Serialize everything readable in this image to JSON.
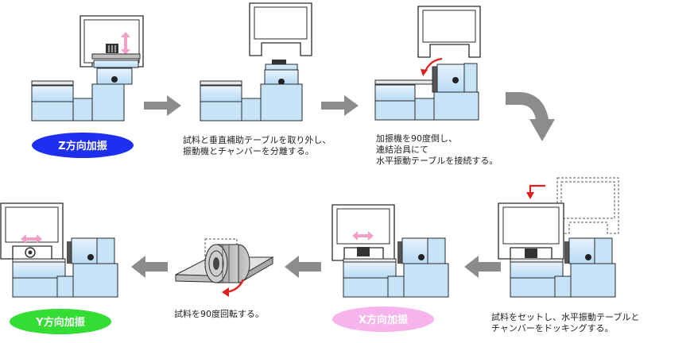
{
  "labels": {
    "z": "Z方向加振",
    "x": "X方向加振",
    "y": "Y方向加振"
  },
  "notes": {
    "step1": [
      "試料と垂直補助テーブルを取り外し、",
      "振動機とチャンバーを分離する。"
    ],
    "step2": [
      "加振機を90度倒し、",
      "連結治具にて",
      "水平振動テーブルを接続する。"
    ],
    "step3": [
      "試料をセットし、水平振動テーブルと",
      "チャンバーをドッキングする。"
    ],
    "step4": [
      "試料を90度回転する。"
    ]
  },
  "colors": {
    "equipment_fill": "#c7e3f8",
    "equipment_fill_light": "#dfeffb",
    "outline": "#2b2b2b",
    "process_arrow": "#8c8c8c",
    "motion_arrow_pink": "#f2a0c8",
    "rotation_arrow_red": "#e02020",
    "label_z_bg": "#1f2ff0",
    "label_x_bg": "#f7b4ec",
    "label_y_bg": "#33dd33"
  }
}
